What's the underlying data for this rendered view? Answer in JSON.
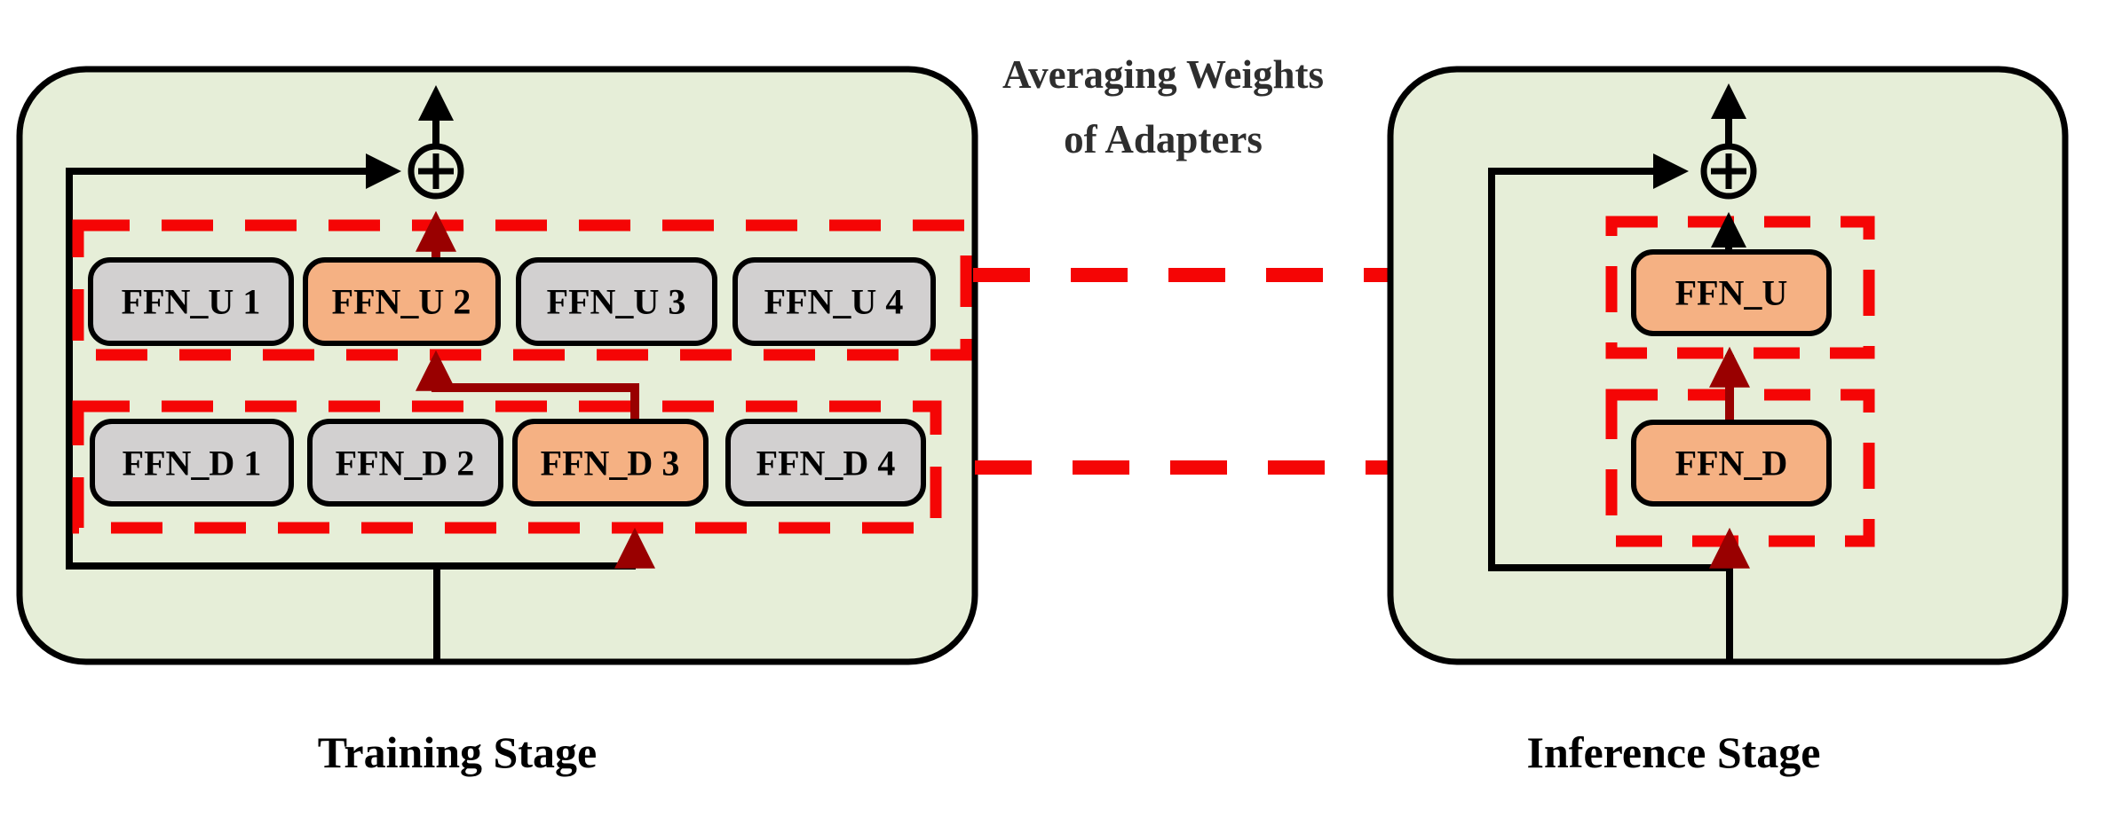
{
  "diagram": {
    "annotation": {
      "line1": "Averaging Weights",
      "line2": "of Adapters"
    },
    "training": {
      "label": "Training Stage",
      "ffn_u_boxes": [
        "FFN_U 1",
        "FFN_U 2",
        "FFN_U 3",
        "FFN_U 4"
      ],
      "ffn_d_boxes": [
        "FFN_D 1",
        "FFN_D 2",
        "FFN_D 3",
        "FFN_D 4"
      ],
      "highlighted_u": "FFN_U 2",
      "highlighted_d": "FFN_D 3"
    },
    "inference": {
      "label": "Inference Stage",
      "ffn_u_label": "FFN_U",
      "ffn_d_label": "FFN_D"
    },
    "icons": {
      "sum_node": "plus-circle"
    },
    "colors": {
      "container_fill": "#e6eed8",
      "container_border": "#000000",
      "box_gray": "#d2d0d0",
      "box_orange": "#f5b183",
      "box_border": "#000000",
      "dashed_red": "#f50505",
      "dark_red": "#990000",
      "black_line": "#000000",
      "annotation_text": "#2e2e2e"
    }
  }
}
